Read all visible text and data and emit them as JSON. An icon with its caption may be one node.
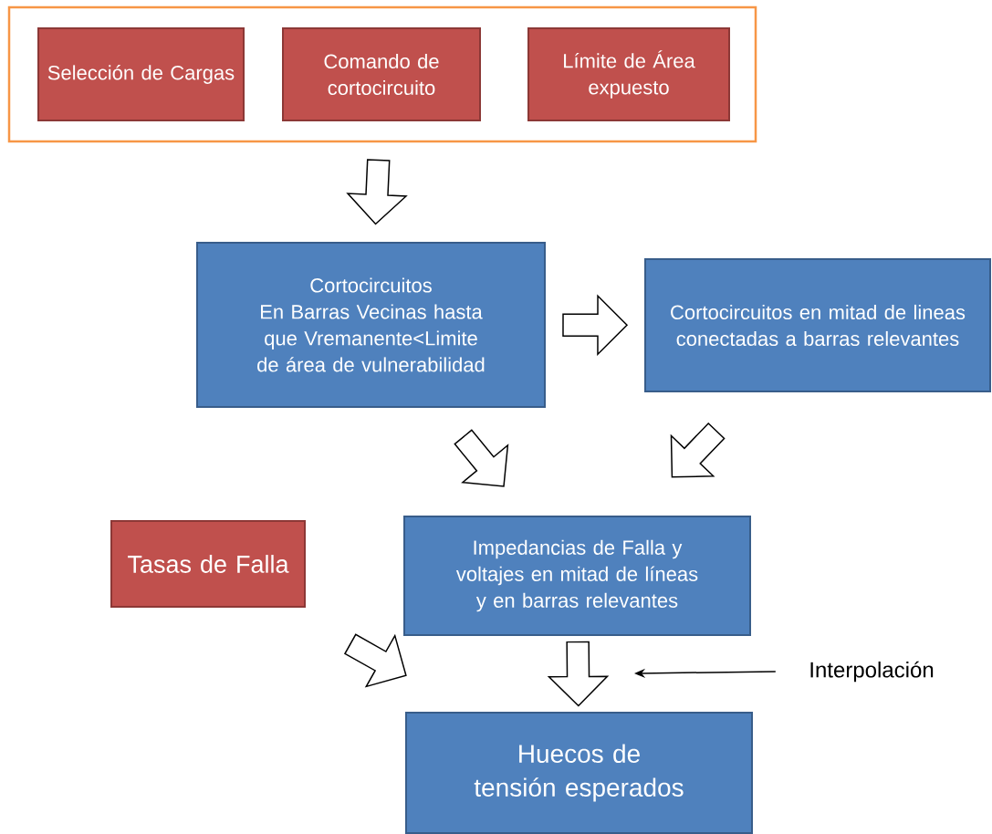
{
  "diagram": {
    "nodes": [
      {
        "text": [],
        "shape": "box"
      },
      {
        "text": [
          "Selección de Cargas"
        ],
        "in": 0
      },
      {
        "text": [
          "Comando de cortocircuito"
        ],
        "in": 0
      },
      {
        "text": [
          "Límite de Área expuesto"
        ],
        "in": 0
      },
      {
        "text": [
          "Cortocircuitos",
          "En Barras Vecinas hasta que Vremanente<Limite de área de vulnerabilidad"
        ]
      },
      {
        "text": [
          "Cortocircuitos en mitad de lineas conectadas a barras relevantes"
        ]
      },
      {
        "text": [
          "Tasas de Falla"
        ]
      },
      {
        "text": [
          "Impedancias de Falla y voltajes en mitad de líneas y en barras relevantes"
        ]
      },
      {
        "text": [
          "Huecos de tensión esperados"
        ]
      },
      {
        "text": [
          "Interpolación"
        ]
      }
    ],
    "edges": [
      {
        "from": 0,
        "to": 4,
        "arrow": "to"
      },
      {
        "from": 4,
        "to": 5,
        "arrow": "to"
      },
      {
        "from": 4,
        "to": 7,
        "arrow": "to"
      },
      {
        "from": 5,
        "to": 7,
        "arrow": "to"
      },
      {
        "from": 6,
        "to": 8,
        "arrow": "to"
      },
      {
        "from": 7,
        "to": 8,
        "arrow": "to"
      },
      {
        "from": 9,
        "to": null,
        "arrow": "to"
      }
    ]
  }
}
